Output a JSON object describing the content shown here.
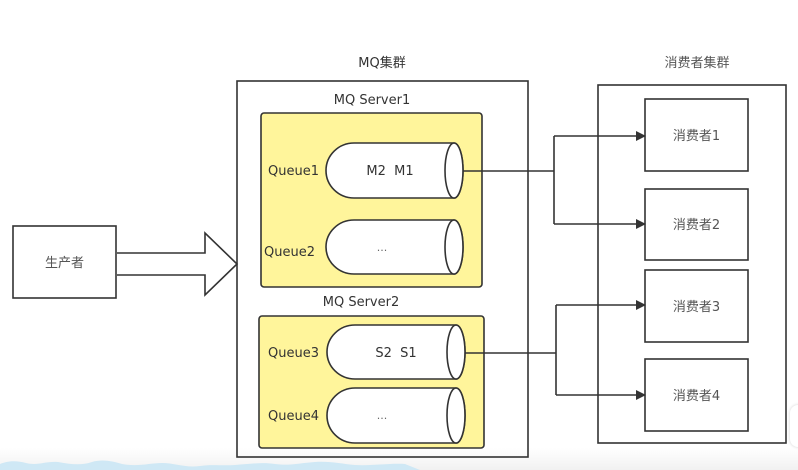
{
  "diagram": {
    "producer": {
      "label": "生产者"
    },
    "mq_cluster": {
      "title": "MQ集群",
      "servers": [
        {
          "title": "MQ Server1",
          "queues": [
            {
              "label": "Queue1",
              "content": "M2  M1"
            },
            {
              "label": "Queue2",
              "content": "..."
            }
          ]
        },
        {
          "title": "MQ Server2",
          "queues": [
            {
              "label": "Queue3",
              "content": "S2  S1"
            },
            {
              "label": "Queue4",
              "content": "..."
            }
          ]
        }
      ]
    },
    "consumer_cluster": {
      "title": "消费者集群",
      "consumers": [
        {
          "label": "消费者1"
        },
        {
          "label": "消费者2"
        },
        {
          "label": "消费者3"
        },
        {
          "label": "消费者4"
        }
      ]
    },
    "connections": [
      {
        "from": "Queue1",
        "to": [
          "消费者1",
          "消费者2"
        ]
      },
      {
        "from": "Queue3",
        "to": [
          "消费者3",
          "消费者4"
        ]
      }
    ],
    "colors": {
      "server_fill": "#fff59b",
      "stroke": "#333333",
      "watermark": "#cfe8f5"
    }
  }
}
